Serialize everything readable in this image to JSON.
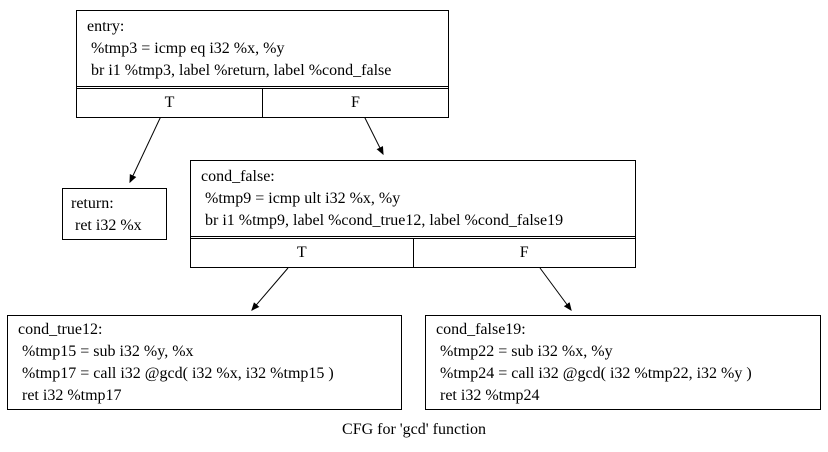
{
  "caption": "CFG for 'gcd' function",
  "colors": {
    "background": "#ffffff",
    "node_border": "#000000",
    "text": "#000000",
    "edge": "#000000"
  },
  "nodes": {
    "entry": {
      "lines": [
        "entry:",
        " %tmp3 = icmp eq i32 %x, %y",
        " br i1 %tmp3, label %return, label %cond_false"
      ],
      "true_label": "T",
      "false_label": "F"
    },
    "return": {
      "lines": [
        "return:",
        " ret i32 %x"
      ]
    },
    "cond_false": {
      "lines": [
        "cond_false:",
        " %tmp9 = icmp ult i32 %x, %y",
        " br i1 %tmp9, label %cond_true12, label %cond_false19"
      ],
      "true_label": "T",
      "false_label": "F"
    },
    "cond_true12": {
      "lines": [
        "cond_true12:",
        " %tmp15 = sub i32 %y, %x",
        " %tmp17 = call i32 @gcd( i32 %x, i32 %tmp15 )",
        " ret i32 %tmp17"
      ]
    },
    "cond_false19": {
      "lines": [
        "cond_false19:",
        " %tmp22 = sub i32 %x, %y",
        " %tmp24 = call i32 @gcd( i32 %tmp22, i32 %y )",
        " ret i32 %tmp24"
      ]
    }
  },
  "edges": [
    {
      "from": "entry",
      "branch": "T",
      "to": "return"
    },
    {
      "from": "entry",
      "branch": "F",
      "to": "cond_false"
    },
    {
      "from": "cond_false",
      "branch": "T",
      "to": "cond_true12"
    },
    {
      "from": "cond_false",
      "branch": "F",
      "to": "cond_false19"
    }
  ]
}
